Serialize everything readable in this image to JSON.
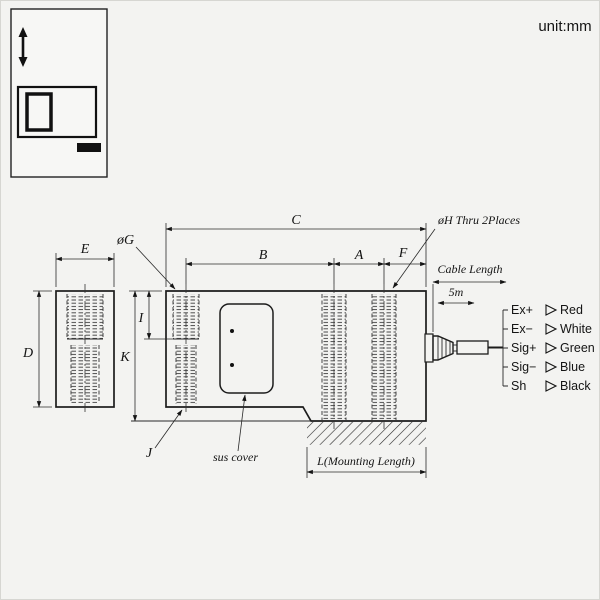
{
  "unit_label": "unit:mm",
  "dims": {
    "c": "C",
    "b": "B",
    "a": "A",
    "f": "F",
    "e": "E",
    "d": "D",
    "k": "K",
    "i": "I",
    "j": "J",
    "g": "øG",
    "h": "øH Thru 2Places",
    "l": "L(Mounting Length)"
  },
  "cable": {
    "length_label": "Cable Length",
    "length_value": "5m"
  },
  "notes": {
    "sus_cover": "sus cover"
  },
  "wiring": [
    {
      "signal": "Ex+",
      "color": "Red"
    },
    {
      "signal": "Ex−",
      "color": "White"
    },
    {
      "signal": "Sig+",
      "color": "Green"
    },
    {
      "signal": "Sig−",
      "color": "Blue"
    },
    {
      "signal": "Sh",
      "color": "Black"
    }
  ]
}
